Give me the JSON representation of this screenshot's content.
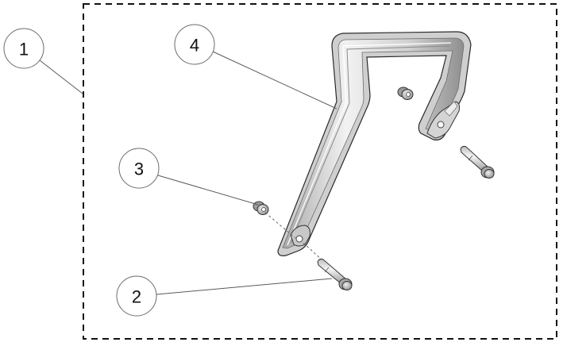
{
  "diagram": {
    "type": "exploded-parts-assembly",
    "colors": {
      "border": "#111111",
      "leader": "#5a5a5a",
      "part_fill": "#d9d9d9",
      "part_highlight": "#f4f4f4",
      "part_shadow": "#9a9a9a"
    },
    "callouts": [
      {
        "id": "1",
        "label": "1",
        "target": "assembly-boundary"
      },
      {
        "id": "2",
        "label": "2",
        "target": "bolt"
      },
      {
        "id": "3",
        "label": "3",
        "target": "bushing"
      },
      {
        "id": "4",
        "label": "4",
        "target": "handle-bracket"
      }
    ],
    "parts": [
      {
        "callout": "1",
        "name": "assembly"
      },
      {
        "callout": "2",
        "name": "flange bolt",
        "quantity_shown": 2
      },
      {
        "callout": "3",
        "name": "bushing / spacer",
        "quantity_shown": 2
      },
      {
        "callout": "4",
        "name": "handle bracket",
        "quantity_shown": 1
      }
    ]
  }
}
